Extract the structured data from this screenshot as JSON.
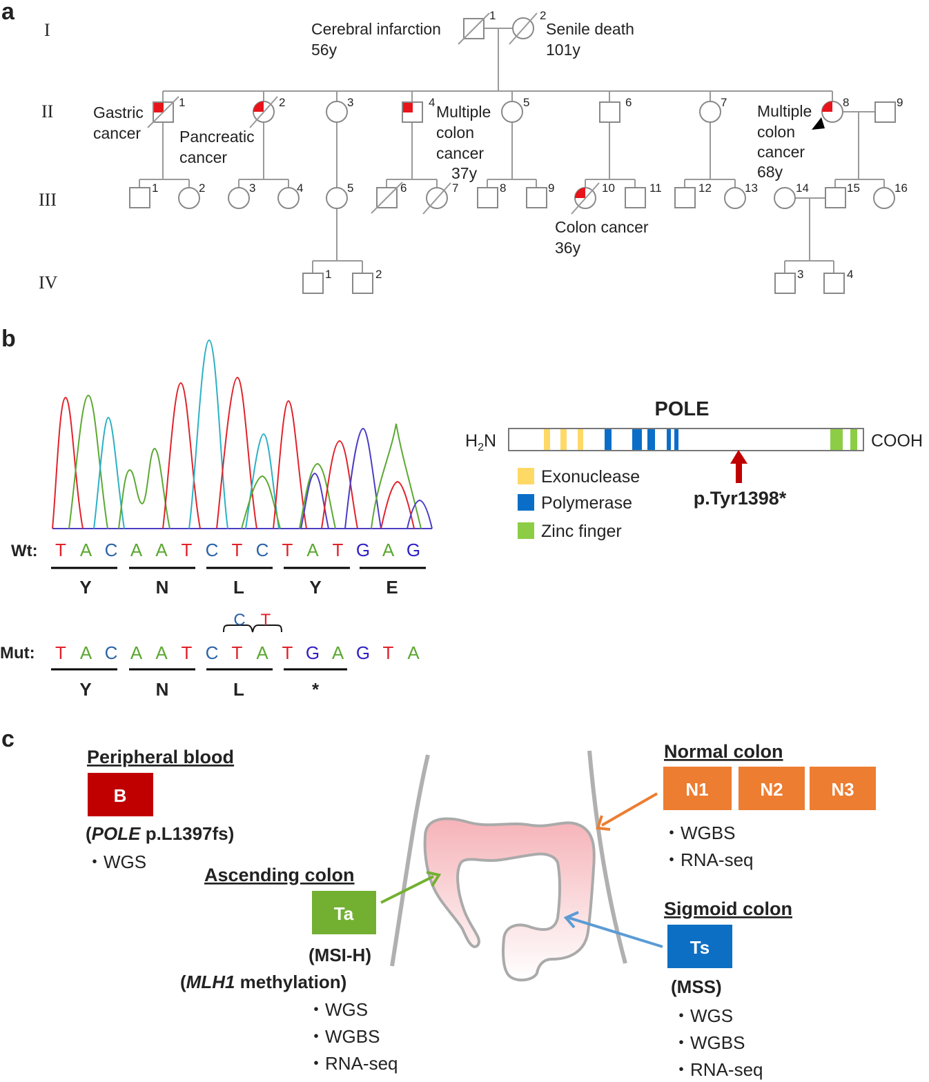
{
  "panel_labels": {
    "a": "a",
    "b": "b",
    "c": "c"
  },
  "generations": [
    "I",
    "II",
    "III",
    "IV"
  ],
  "pedigree": {
    "numbers": {
      "I": [
        "1",
        "2"
      ],
      "II": [
        "1",
        "2",
        "3",
        "4",
        "5",
        "6",
        "7",
        "8",
        "9"
      ],
      "III": [
        "1",
        "2",
        "3",
        "4",
        "5",
        "6",
        "7",
        "8",
        "9",
        "10",
        "11",
        "12",
        "13",
        "14",
        "15",
        "16"
      ],
      "IV": [
        "1",
        "2",
        "3",
        "4"
      ]
    },
    "annotations": {
      "i1": [
        "Cerebral infarction",
        "56y"
      ],
      "i2": [
        "Senile death",
        "101y"
      ],
      "ii1": [
        "Gastric",
        "cancer"
      ],
      "ii2": [
        "Pancreatic",
        "cancer"
      ],
      "ii4": [
        "Multiple",
        "colon",
        "cancer",
        "37y"
      ],
      "ii8": [
        "Multiple",
        "colon",
        "cancer",
        "68y"
      ],
      "iii10": [
        "Colon cancer",
        "36y"
      ]
    },
    "affected_color": "#e8141b"
  },
  "chromatogram": {
    "wt_label": "Wt:",
    "mut_label": "Mut:",
    "wt_bases": [
      "T",
      "A",
      "C",
      "A",
      "A",
      "T",
      "C",
      "T",
      "C",
      "T",
      "A",
      "T",
      "G",
      "A",
      "G"
    ],
    "wt_aa": [
      "Y",
      "N",
      "L",
      "Y",
      "E"
    ],
    "mut_bases": [
      "T",
      "A",
      "C",
      "A",
      "A",
      "T",
      "C",
      "T",
      "A",
      "T",
      "G",
      "A",
      "G",
      "T",
      "A"
    ],
    "mut_aa": [
      "Y",
      "N",
      "L",
      "*"
    ],
    "deleted_bases": [
      "C",
      "T"
    ],
    "base_colors": {
      "A": "#5ba832",
      "C": "#2b63a8",
      "G": "#2f1fc4",
      "T": "#e0222a"
    }
  },
  "pole": {
    "title": "POLE",
    "n_term": "H2N",
    "c_term": "COOH",
    "legend": [
      {
        "label": "Exonuclease",
        "color": "#ffd966"
      },
      {
        "label": "Polymerase",
        "color": "#0a6ec8"
      },
      {
        "label": "Zinc finger",
        "color": "#8ccd45"
      }
    ],
    "mutation": "p.Tyr1398*",
    "arrow_color": "#c00000"
  },
  "samples": {
    "blood": {
      "title": "Peripheral blood",
      "box": "B",
      "color": "#c00000",
      "note_gene": "POLE",
      "note_rest": " p.L1397fs)",
      "assays": [
        "WGS"
      ]
    },
    "ascending": {
      "title": "Ascending colon",
      "box": "Ta",
      "color": "#73b032",
      "notes": [
        "(MSI-H)"
      ],
      "note2_gene": "MLH1",
      "note2_rest": " methylation)",
      "assays": [
        "WGS",
        "WGBS",
        "RNA-seq"
      ]
    },
    "normal": {
      "title": "Normal colon",
      "boxes": [
        "N1",
        "N2",
        "N3"
      ],
      "color": "#ed7d31",
      "assays": [
        "WGBS",
        "RNA-seq"
      ]
    },
    "sigmoid": {
      "title": "Sigmoid colon",
      "box": "Ts",
      "color": "#0d6fc4",
      "notes": [
        "(MSS)"
      ],
      "assays": [
        "WGS",
        "WGBS",
        "RNA-seq"
      ]
    }
  }
}
